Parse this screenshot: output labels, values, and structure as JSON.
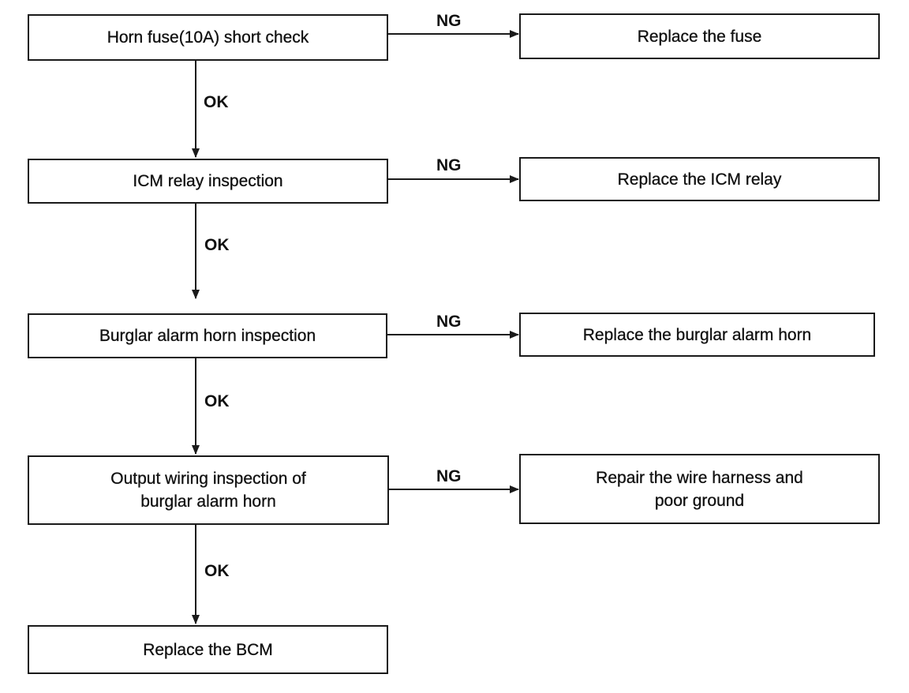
{
  "steps": [
    {
      "check": [
        "Horn fuse(10A) short check"
      ],
      "remedy": [
        "Replace the fuse"
      ],
      "ng_label": "NG",
      "ok_label": "OK"
    },
    {
      "check": [
        "ICM relay inspection"
      ],
      "remedy": [
        "Replace the ICM relay"
      ],
      "ng_label": "NG",
      "ok_label": "OK"
    },
    {
      "check": [
        "Burglar alarm horn inspection"
      ],
      "remedy": [
        "Replace the burglar alarm horn"
      ],
      "ng_label": "NG",
      "ok_label": "OK"
    },
    {
      "check": [
        "Output wiring inspection of",
        "burglar alarm horn"
      ],
      "remedy": [
        "Repair the wire harness and",
        "poor ground"
      ],
      "ng_label": "NG",
      "ok_label": "OK"
    }
  ],
  "final": {
    "label": "Replace the BCM"
  }
}
